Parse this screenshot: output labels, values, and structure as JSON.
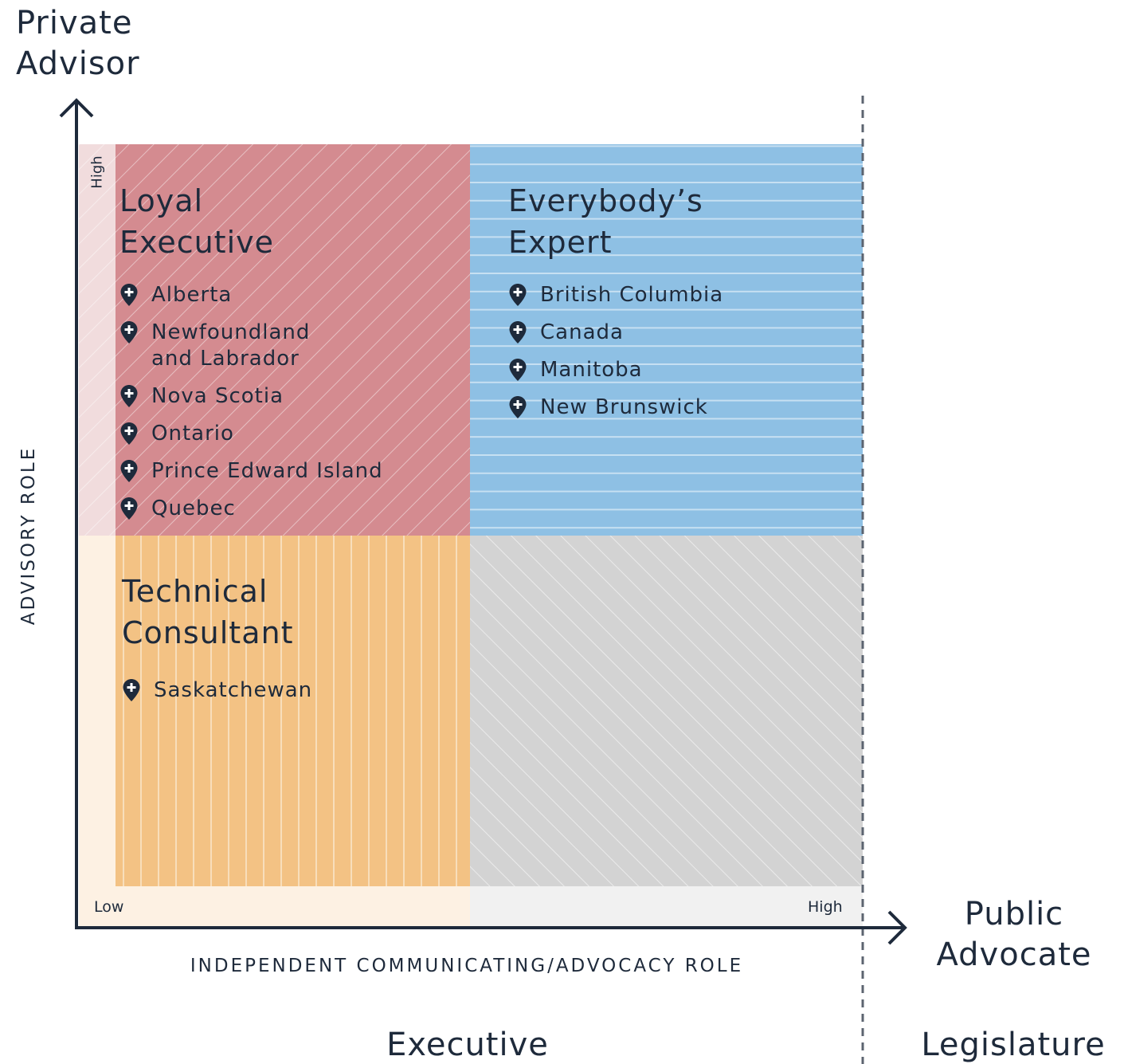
{
  "corners": {
    "top_left": {
      "line1": "Private",
      "line2": "Advisor"
    },
    "right": {
      "line1": "Public",
      "line2": "Advocate"
    }
  },
  "axes": {
    "y_title": "ADVISORY ROLE",
    "x_title": "INDEPENDENT COMMUNICATING/ADVOCACY ROLE",
    "y_high": "High",
    "x_low": "Low",
    "x_high": "High"
  },
  "quadrants": {
    "loyal_executive": {
      "title_line1": "Loyal",
      "title_line2": "Executive",
      "color": "#d48b90",
      "items": [
        {
          "line1": "Alberta"
        },
        {
          "line1": "Newfoundland",
          "line2": "and Labrador"
        },
        {
          "line1": "Nova Scotia"
        },
        {
          "line1": "Ontario"
        },
        {
          "line1": "Prince Edward Island"
        },
        {
          "line1": "Quebec"
        }
      ]
    },
    "everybodys_expert": {
      "title_line1": "Everybody’s",
      "title_line2": "Expert",
      "color": "#8ec0e4",
      "items": [
        {
          "line1": "British Columbia"
        },
        {
          "line1": "Canada"
        },
        {
          "line1": "Manitoba"
        },
        {
          "line1": "New Brunswick"
        }
      ]
    },
    "technical_consultant": {
      "title_line1": "Technical",
      "title_line2": "Consultant",
      "color": "#f3c284",
      "items": [
        {
          "line1": "Saskatchewan"
        }
      ]
    },
    "empty": {
      "color": "#d3d3d3"
    }
  },
  "regions": {
    "left": "Executive",
    "right": "Legislature"
  },
  "colors": {
    "axis": "#1e2a3b",
    "pin": "#1e2a3b"
  }
}
